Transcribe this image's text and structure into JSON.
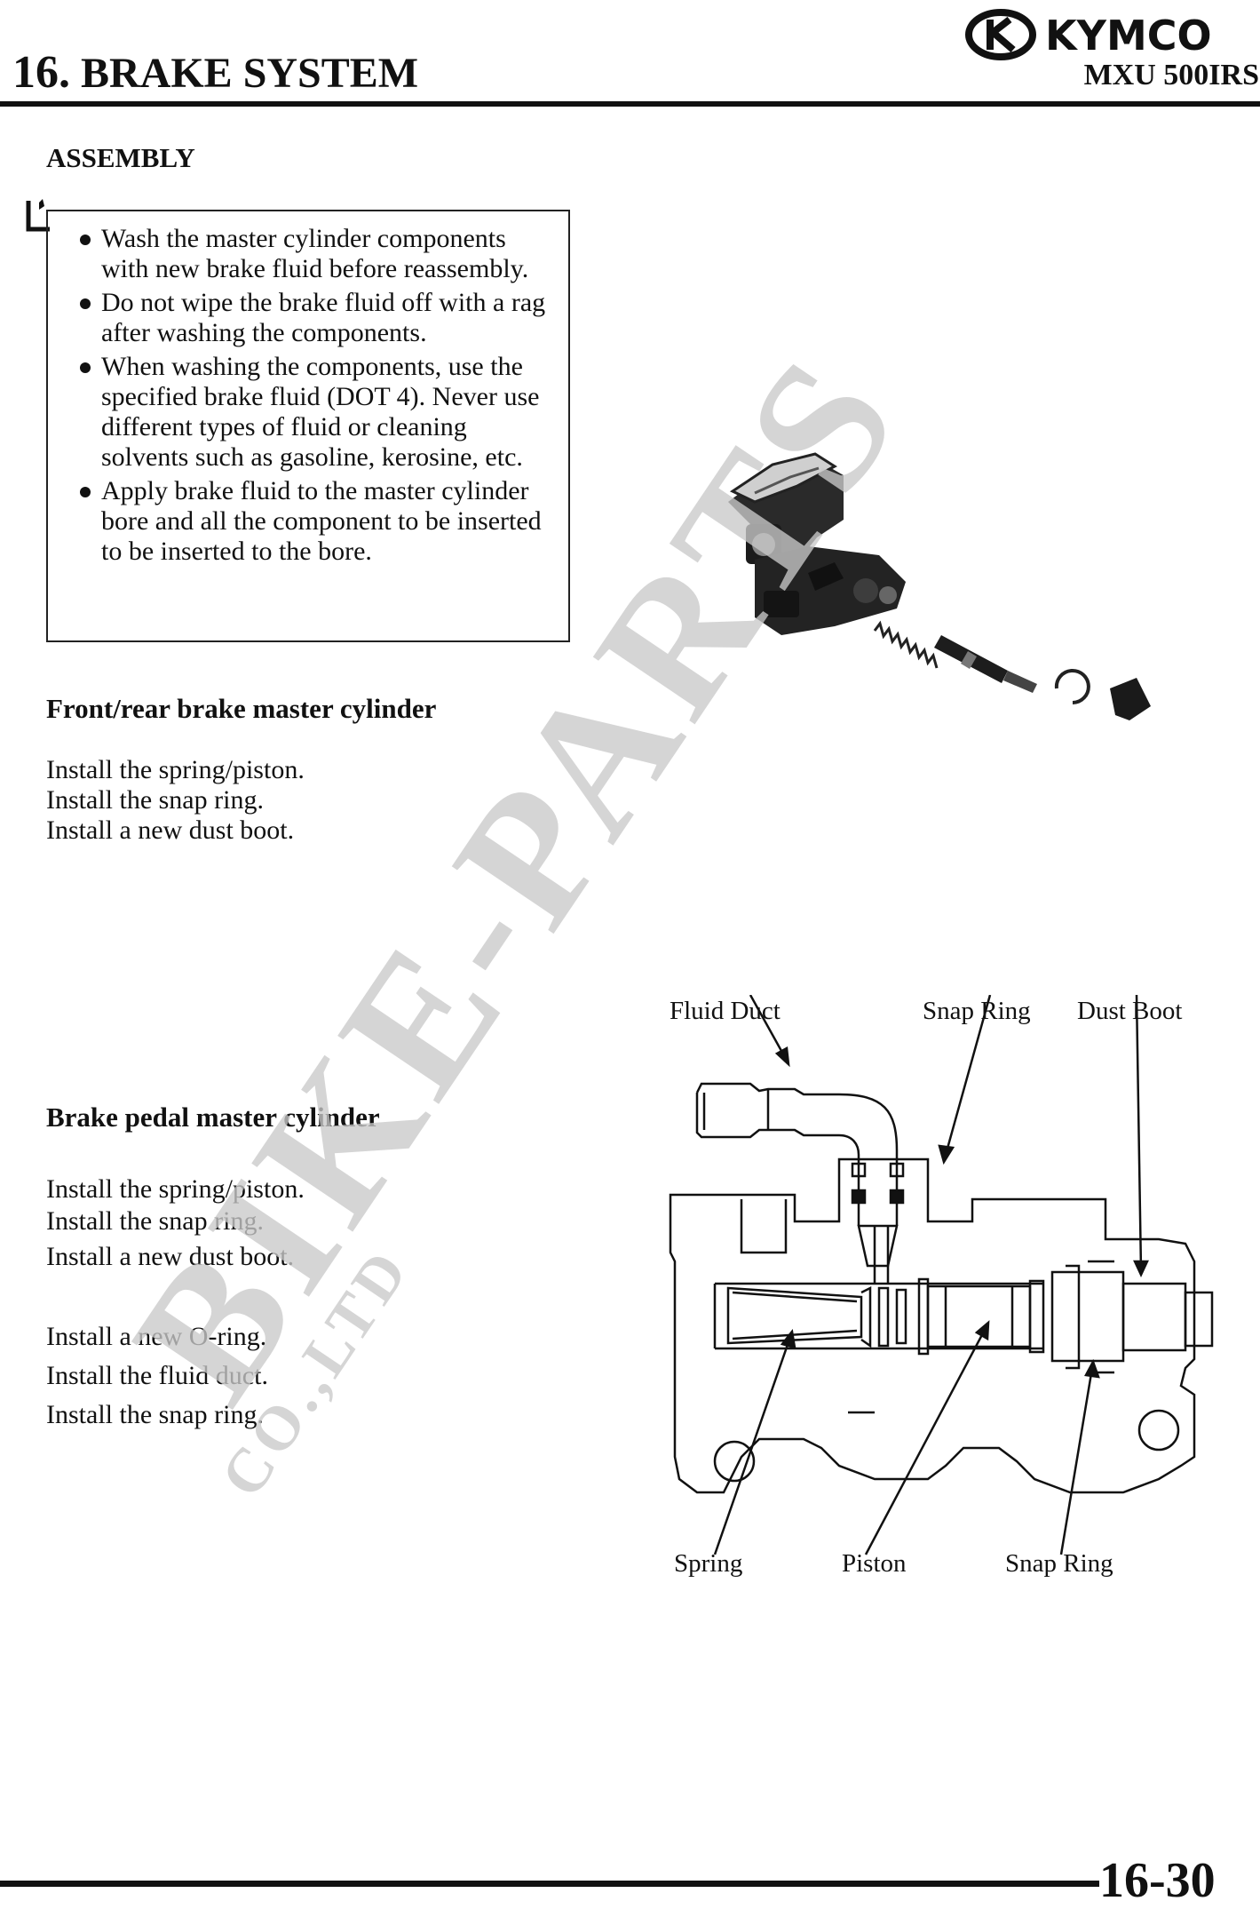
{
  "header": {
    "chapter_number": "16.",
    "chapter_title": "BRAKE SYSTEM",
    "brand": "KYMCO",
    "model": "MXU 500IRS"
  },
  "assembly": {
    "heading": "ASSEMBLY",
    "cautions": [
      "Wash the master cylinder components with new brake fluid before reassembly.",
      "Do not wipe the brake fluid off with a rag after washing the components.",
      "When washing the components, use the specified brake fluid (DOT 4). Never use different types of fluid or cleaning solvents such as gasoline, kerosine, etc.",
      "Apply brake fluid to the master cylinder bore and all the component to be inserted to be inserted to the bore."
    ]
  },
  "front_rear": {
    "heading": "Front/rear brake master cylinder",
    "steps": [
      "Install the spring/piston.",
      "Install the snap ring.",
      "Install a new dust boot."
    ]
  },
  "pedal": {
    "heading": "Brake pedal master cylinder",
    "steps_a": [
      "Install the spring/piston.",
      "Install the snap ring.",
      "Install a new dust boot."
    ],
    "steps_b": [
      "Install a new O-ring.",
      "Install the fluid duct.",
      "Install the snap ring."
    ]
  },
  "diagram": {
    "labels": {
      "fluid_duct": "Fluid Duct",
      "snap_ring_top": "Snap Ring",
      "dust_boot": "Dust Boot",
      "spring": "Spring",
      "piston": "Piston",
      "snap_ring_bottom": "Snap Ring"
    }
  },
  "watermark": {
    "main": "BIKE-PARTS",
    "sub": "CO.,LTD"
  },
  "footer": {
    "page_number": "16-30"
  }
}
